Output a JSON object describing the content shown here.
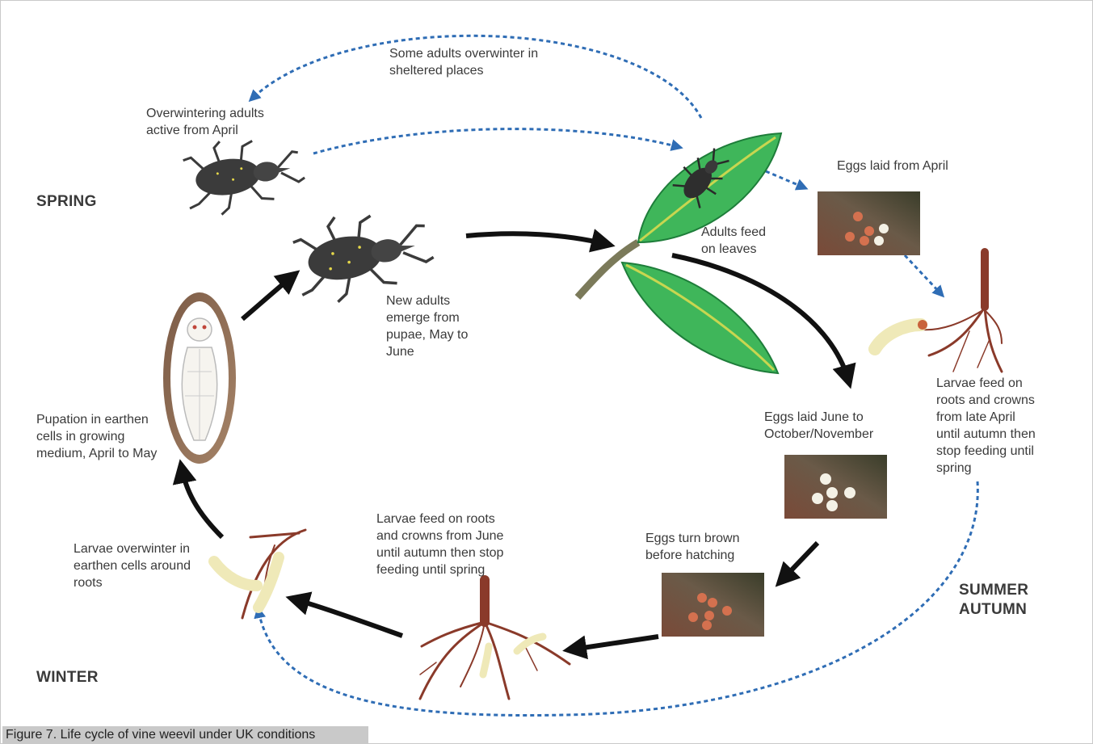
{
  "seasons": {
    "spring": "SPRING",
    "summer_autumn": "SUMMER\nAUTUMN",
    "winter": "WINTER"
  },
  "labels": {
    "overwinter_sheltered": "Some adults overwinter in\nsheltered places",
    "overwintering_active": "Overwintering adults\nactive from April",
    "adults_feed": "Adults feed\non leaves",
    "eggs_april": "Eggs laid from April",
    "new_adults": "New adults\nemerge from\npupae, May to\nJune",
    "pupation": "Pupation in earthen\ncells in growing\nmedium, April to May",
    "larvae_feed_april": "Larvae feed on\nroots and crowns\nfrom late April\nuntil autumn then\nstop feeding until\nspring",
    "eggs_june": "Eggs laid June to\nOctober/November",
    "eggs_brown": "Eggs turn brown\nbefore hatching",
    "larvae_feed_june": "Larvae feed on roots\nand crowns from June\nuntil autumn then stop\nfeeding until spring",
    "larvae_overwinter": "Larvae overwinter in\nearthen cells around\nroots"
  },
  "caption": "Figure 7. Life cycle of vine weevil under UK conditions",
  "colors": {
    "leaf": "#3fb65a",
    "leaf_dark": "#1e7d3a",
    "weevil": "#3b3b3b",
    "arrow_main": "#111111",
    "arrow_dashed": "#2f6db5",
    "root": "#8a3a2a",
    "larva": "#efe9b8",
    "egg_white": "#f4f1e6",
    "egg_brown": "#d4714f"
  },
  "icons": [
    "weevil-icon",
    "leaf-icon",
    "egg-panel-icon",
    "root-icon",
    "larva-icon",
    "pupa-icon"
  ]
}
